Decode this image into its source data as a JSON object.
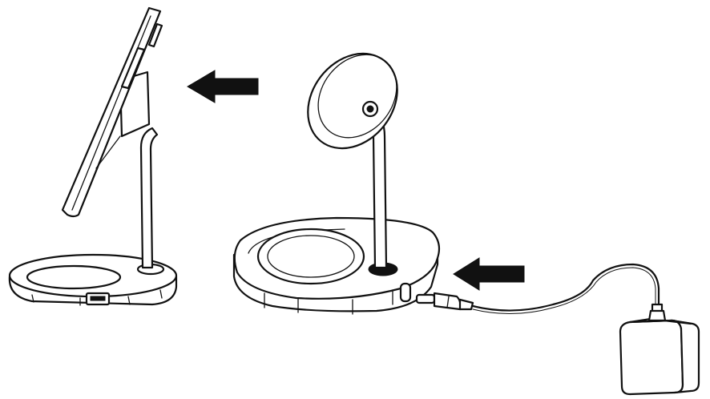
{
  "diagram": {
    "kind": "product-assembly-illustration",
    "colors": {
      "line": "#111111",
      "fill": "#ffffff",
      "background": "#ffffff"
    },
    "parts": [
      {
        "id": "stand-with-phone",
        "icon": "phone-on-charger-stand-icon"
      },
      {
        "id": "charging-stand",
        "icon": "magnetic-charger-stand-icon"
      },
      {
        "id": "usb-c-cable",
        "icon": "usb-c-cable-icon"
      },
      {
        "id": "power-adapter",
        "icon": "wall-adapter-icon"
      }
    ],
    "arrows": [
      {
        "id": "attach-phone",
        "direction": "left",
        "icon": "arrow-left-icon"
      },
      {
        "id": "connect-cable",
        "direction": "left",
        "icon": "arrow-left-icon"
      }
    ]
  }
}
